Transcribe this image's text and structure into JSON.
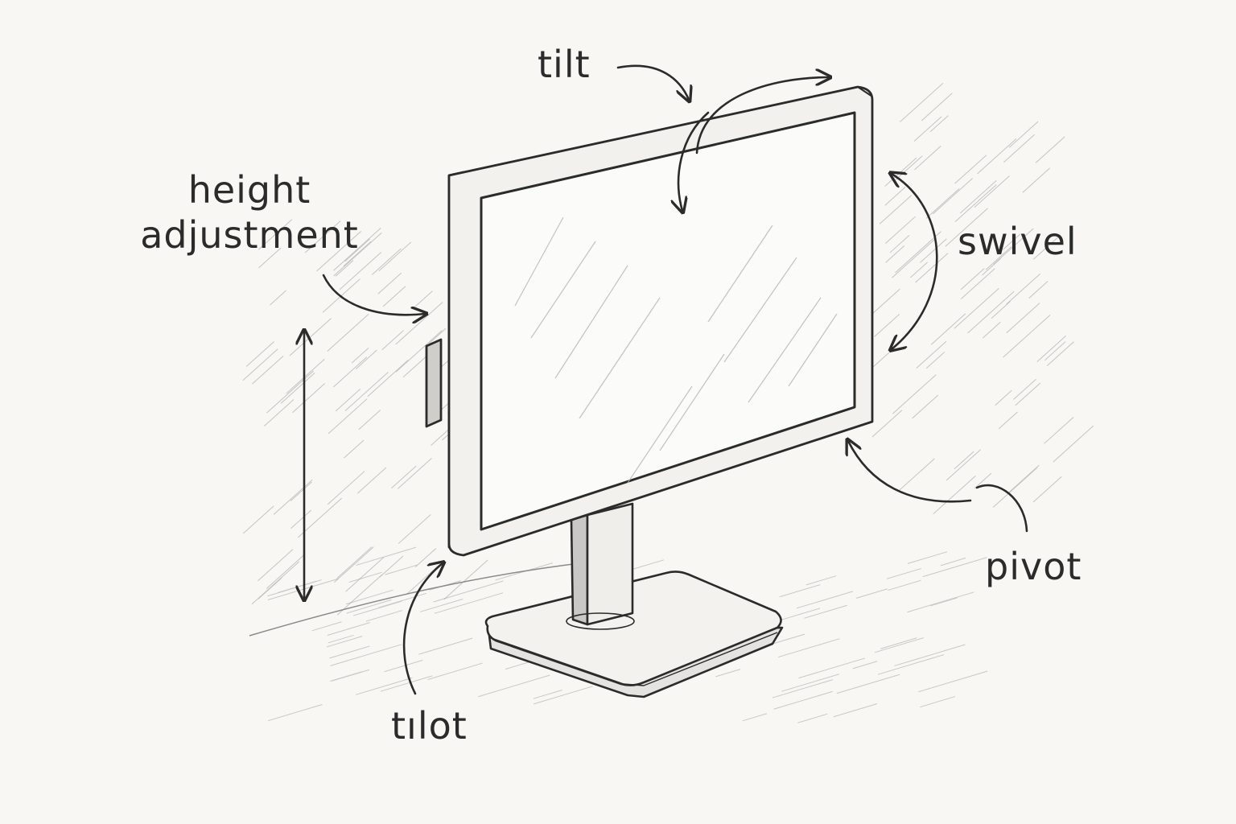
{
  "labels": {
    "tilt_top": "tilt",
    "height_line1": "height",
    "height_line2": "adjustment",
    "swivel": "swivel",
    "pivot": "pivot",
    "tilot": "tılot"
  },
  "colors": {
    "ink": "#2b2b2b",
    "paper": "#f8f7f4",
    "hatch": "#9a9a9a"
  }
}
